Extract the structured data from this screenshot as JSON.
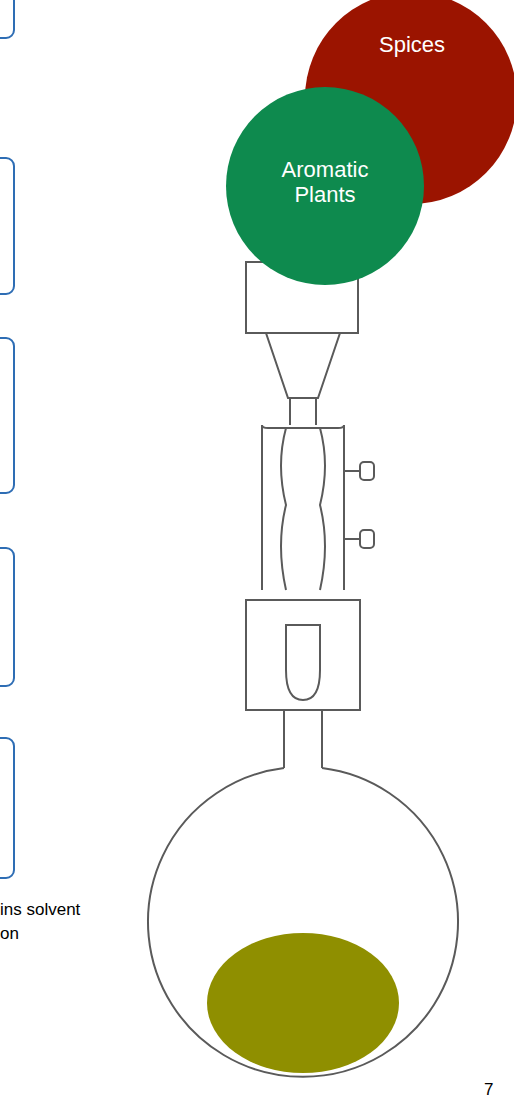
{
  "diagram": {
    "nodes": [
      {
        "text": [
          "Spices"
        ]
      },
      {
        "text": [
          "Aromatic Plants"
        ]
      }
    ],
    "labels": [
      "ins solvent",
      "on",
      "7"
    ]
  }
}
